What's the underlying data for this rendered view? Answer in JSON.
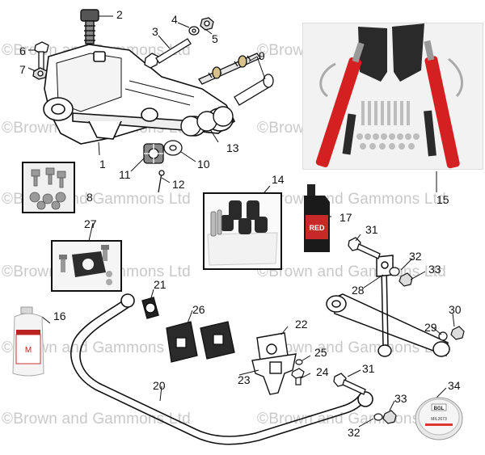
{
  "watermark": "©Brown and Gammons Ltd",
  "callouts": {
    "c1": "1",
    "c2": "2",
    "c3": "3",
    "c4": "4",
    "c5": "5",
    "c6": "6",
    "c7": "7",
    "c8": "8",
    "c9": "9",
    "c10": "10",
    "c11": "11",
    "c12": "12",
    "c13": "13",
    "c14": "14",
    "c15": "15",
    "c16": "16",
    "c17": "17",
    "c20": "20",
    "c21": "21",
    "c22": "22",
    "c23": "23",
    "c24": "24",
    "c25": "25",
    "c26": "26",
    "c27": "27",
    "c28": "28",
    "c29": "29",
    "c30": "30",
    "c31a": "31",
    "c31b": "31",
    "c32a": "32",
    "c32b": "32",
    "c33a": "33",
    "c33b": "33",
    "c34": "34"
  },
  "products": {
    "bottle_16_brand": "M",
    "bottle_17_brand": "RED",
    "tin_34_brand": "BGL",
    "tin_34_text": "MIL2673"
  },
  "colors": {
    "outline": "#111111",
    "watermark": "#c9c9c9",
    "shock_red": "#d42020",
    "bracket_black": "#2a2a2a",
    "photo_bg": "#f2f2f2",
    "bottle_white": "#f4f4f4"
  }
}
